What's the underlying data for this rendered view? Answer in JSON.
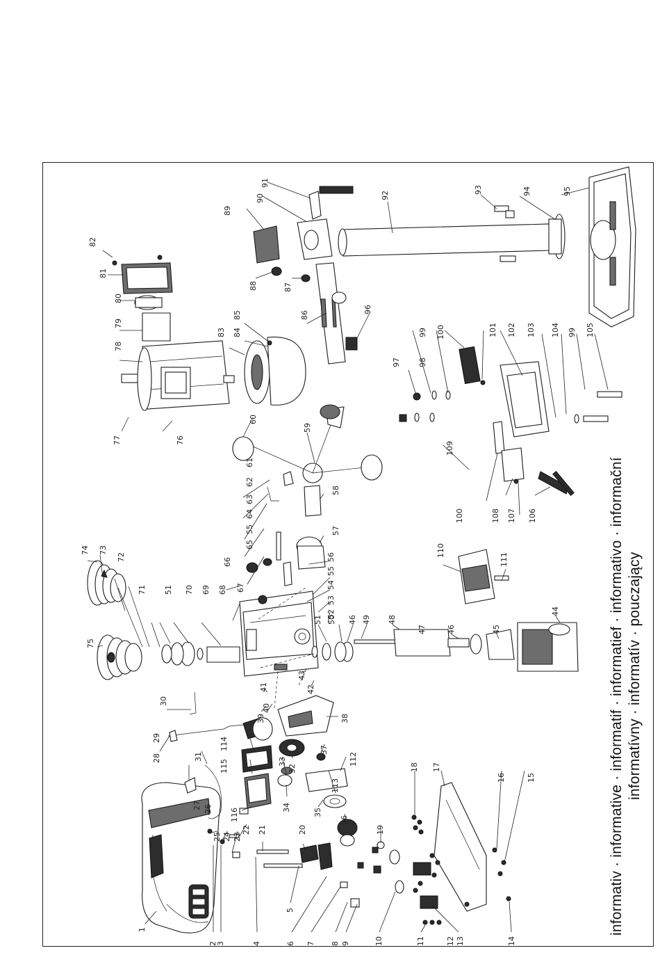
{
  "diagram": {
    "type": "exploded parts view",
    "part_numbers": [
      "1",
      "2",
      "3",
      "4",
      "5",
      "6",
      "7",
      "8",
      "9",
      "10",
      "11",
      "12",
      "13",
      "14",
      "15",
      "16",
      "17",
      "18",
      "19",
      "20",
      "21",
      "22",
      "23",
      "24",
      "25",
      "26",
      "27",
      "28",
      "29",
      "30",
      "31",
      "32",
      "33",
      "34",
      "35",
      "36",
      "37",
      "38",
      "39",
      "40",
      "41",
      "42",
      "43",
      "44",
      "45",
      "46",
      "47",
      "48",
      "49",
      "50",
      "51",
      "52",
      "53",
      "54",
      "55",
      "56",
      "57",
      "58",
      "59",
      "60",
      "61",
      "62",
      "63",
      "64",
      "65",
      "66",
      "67",
      "68",
      "69",
      "70",
      "71",
      "72",
      "73",
      "74",
      "75",
      "76",
      "77",
      "78",
      "79",
      "80",
      "81",
      "82",
      "83",
      "84",
      "85",
      "86",
      "87",
      "88",
      "89",
      "90",
      "91",
      "92",
      "93",
      "94",
      "95",
      "96",
      "97",
      "98",
      "99",
      "100",
      "101",
      "102",
      "103",
      "104",
      "105",
      "106",
      "107",
      "108",
      "109",
      "110",
      "111",
      "112",
      "113",
      "114",
      "115",
      "116"
    ],
    "captions": [
      "informativ · informative · informatif · informatief · informativo · informační",
      "informatívny · informatív · pouczający"
    ]
  }
}
